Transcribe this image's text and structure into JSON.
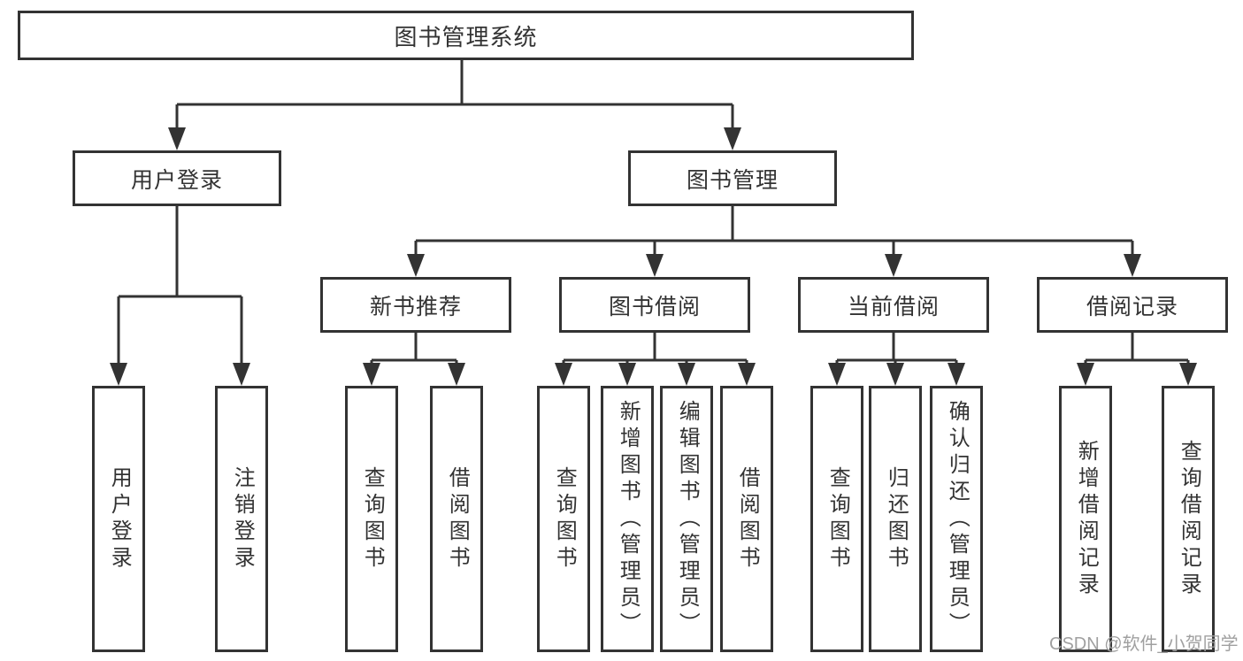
{
  "colors": {
    "line": "#333333",
    "text": "#333333",
    "background": "#ffffff",
    "watermark": "#a0a0a0"
  },
  "watermark": "CSDN @软件_小贺同学",
  "tree": {
    "label": "图书管理系统",
    "children": [
      {
        "label": "用户登录",
        "children": [
          {
            "label": "用户登录"
          },
          {
            "label": "注销登录"
          }
        ]
      },
      {
        "label": "图书管理",
        "children": [
          {
            "label": "新书推荐",
            "children": [
              {
                "label": "查询图书"
              },
              {
                "label": "借阅图书"
              }
            ]
          },
          {
            "label": "图书借阅",
            "children": [
              {
                "label": "查询图书"
              },
              {
                "label": "新增图书（管理员）"
              },
              {
                "label": "编辑图书（管理员）"
              },
              {
                "label": "借阅图书"
              }
            ]
          },
          {
            "label": "当前借阅",
            "children": [
              {
                "label": "查询图书"
              },
              {
                "label": "归还图书"
              },
              {
                "label": "确认归还（管理员）"
              }
            ]
          },
          {
            "label": "借阅记录",
            "children": [
              {
                "label": "新增借阅记录"
              },
              {
                "label": "查询借阅记录"
              }
            ]
          }
        ]
      }
    ]
  }
}
